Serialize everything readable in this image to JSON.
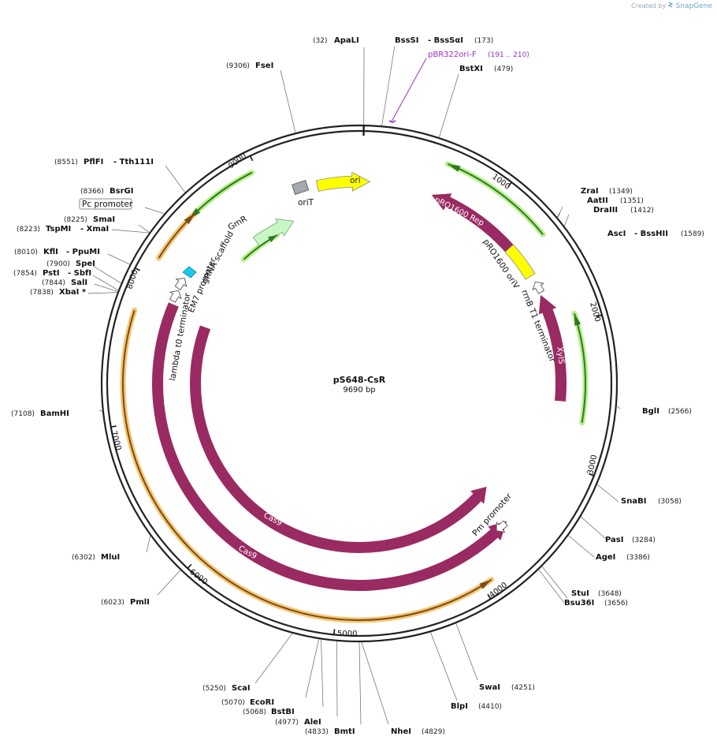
{
  "credit": {
    "prefix": "Created by",
    "brand": "SnapGene"
  },
  "plasmid": {
    "name": "pS648-CsR",
    "size_label": "9690 bp",
    "total_bp": 9690
  },
  "ticks": [
    "1000",
    "2000",
    "3000",
    "4000",
    "5000",
    "6000",
    "7000",
    "8000",
    "9000"
  ],
  "enzymes": [
    {
      "pos_label": "(32)",
      "name": "ApaLI",
      "pos_first": true
    },
    {
      "name": "BssSI",
      "extra": "- BssSαI",
      "pos_label": "(173)"
    },
    {
      "name": "BstXI",
      "pos_label": "(479)"
    },
    {
      "name": "ZraI",
      "pos_label": "(1349)"
    },
    {
      "name": "AatII",
      "pos_label": "(1351)"
    },
    {
      "name": "DraIII",
      "pos_label": "(1412)"
    },
    {
      "name": "AscI",
      "extra": "- BssHII",
      "pos_label": "(1589)"
    },
    {
      "name": "BglI",
      "pos_label": "(2566)"
    },
    {
      "name": "SnaBI",
      "pos_label": "(3058)"
    },
    {
      "name": "PasI",
      "pos_label": "(3284)"
    },
    {
      "name": "AgeI",
      "pos_label": "(3386)"
    },
    {
      "name": "StuI",
      "pos_label": "(3648)"
    },
    {
      "name": "Bsu36I",
      "pos_label": "(3656)"
    },
    {
      "name": "SwaI",
      "pos_label": "(4251)"
    },
    {
      "name": "BlpI",
      "pos_label": "(4410)"
    },
    {
      "name": "NheI",
      "pos_label": "(4829)"
    },
    {
      "name": "BmtI",
      "pos_label": "(4833)"
    },
    {
      "name": "AleI",
      "pos_label": "(4977)"
    },
    {
      "name": "BstBI",
      "pos_label": "(5068)"
    },
    {
      "name": "EcoRI",
      "pos_label": "(5070)"
    },
    {
      "name": "ScaI",
      "pos_label": "(5250)"
    },
    {
      "name": "PmlI",
      "pos_label": "(6023)"
    },
    {
      "name": "MluI",
      "pos_label": "(6302)"
    },
    {
      "name": "BamHI",
      "pos_label": "(7108)"
    },
    {
      "name": "XbaI *",
      "pos_label": "(7838)"
    },
    {
      "name": "SalI",
      "pos_label": "(7844)"
    },
    {
      "name": "PstI",
      "extra": "- SbfI",
      "pos_label": "(7854)"
    },
    {
      "name": "SpeI",
      "pos_label": "(7900)"
    },
    {
      "name": "KflI",
      "extra": "- PpuMI",
      "pos_label": "(8010)"
    },
    {
      "name": "TspMI",
      "extra": "- XmaI",
      "pos_label": "(8223)"
    },
    {
      "name": "SmaI",
      "pos_label": "(8225)"
    },
    {
      "name": "BsrGI",
      "pos_label": "(8366)"
    },
    {
      "name": "PflFI",
      "extra": "- Tth111I",
      "pos_label": "(8551)"
    },
    {
      "name": "FseI",
      "pos_label": "(9306)"
    }
  ],
  "primer": {
    "name": "pBR322ori-F",
    "range": "(191 .. 210)"
  },
  "features": {
    "ori": "ori",
    "oriT": "oriT",
    "pro1600_rep": "pRO1600 Rep",
    "pro1600_oriv": "pRO1600 oriV",
    "rrnb": "rrnB T1 terminator",
    "xyls": "XylS",
    "pm_promoter": "Pm promoter",
    "cas9_a": "Cas9",
    "cas9_b": "Cas9",
    "lambda": "lambda t0 terminator",
    "em7": "EM7 promoter",
    "grna": "gRNA scaffold",
    "gmr": "GmR",
    "pc_promoter": "Pc promoter"
  },
  "colors": {
    "backbone": "#222222",
    "magenta": "#9a2a62",
    "yellow": "#ffff00",
    "green_highlight": "#b8f08c",
    "orange_highlight": "#f7c572",
    "gmr": "#c8f7c5",
    "orit": "#a4a9b0",
    "cyan": "#18c8ee",
    "primer": "#9b30c8"
  }
}
